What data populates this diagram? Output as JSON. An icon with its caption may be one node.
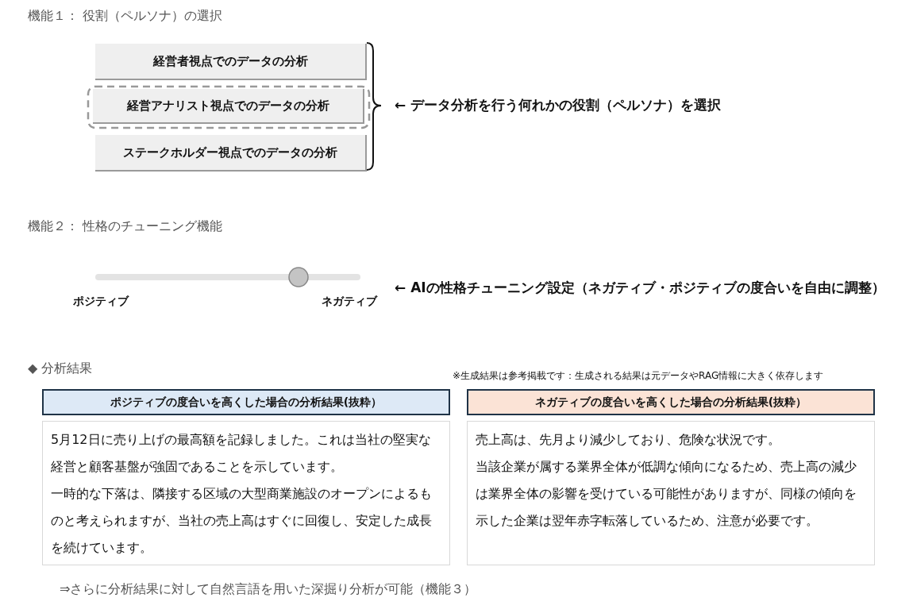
{
  "diagram": {
    "nodes": [
      {
        "text": [
          "経営者視点でのデータの分析"
        ]
      },
      {
        "text": [
          "経営アナリスト視点でのデータの分析"
        ]
      },
      {
        "text": [
          "ステークホルダー視点でのデータの分析"
        ]
      },
      {
        "text": [
          "ポジティブの度合いを高くした場合の分析結果(抜粋）"
        ]
      },
      {
        "text": [
          "ネガティブの度合いを高くした場合の分析結果(抜粋）"
        ]
      },
      {
        "text": [
          "5月12日に売り上げの最高額を記録しました。これは当社の堅実な経営と顧客基盤が強固であることを示しています。",
          "一時的な下落は、隣接する区域の大型商業施設のオープンによるものと考えられますが、当社の売上高はすぐに回復し、安定した成長を続けています。"
        ]
      },
      {
        "text": [
          "売上高は、先月より減少しており、危険な状況です。",
          "当該企業が属する業界全体が低調な傾向になるため、売上高の減少は業界全体の影響を受けている可能性がありますが、同様の傾向を示した企業は翌年赤字転落しているため、注意が必要です。"
        ]
      }
    ],
    "labels": [
      "機能１： 役割（ペルソナ）の選択",
      "← データ分析を行う何れかの役割（ペルソナ）を選択",
      "機能２： 性格のチューニング機能",
      "ポジティブ",
      "ネガティブ",
      "← AIの性格チューニング設定（ネガティブ・ポジティブの度合いを自由に調整）",
      "◆ 分析結果",
      "※生成結果は参考掲載です：生成される結果は元データやRAG情報に大きく依存します",
      "⇒さらに分析結果に対して自然言語を用いた深掘り分析が可能（機能３）"
    ]
  }
}
